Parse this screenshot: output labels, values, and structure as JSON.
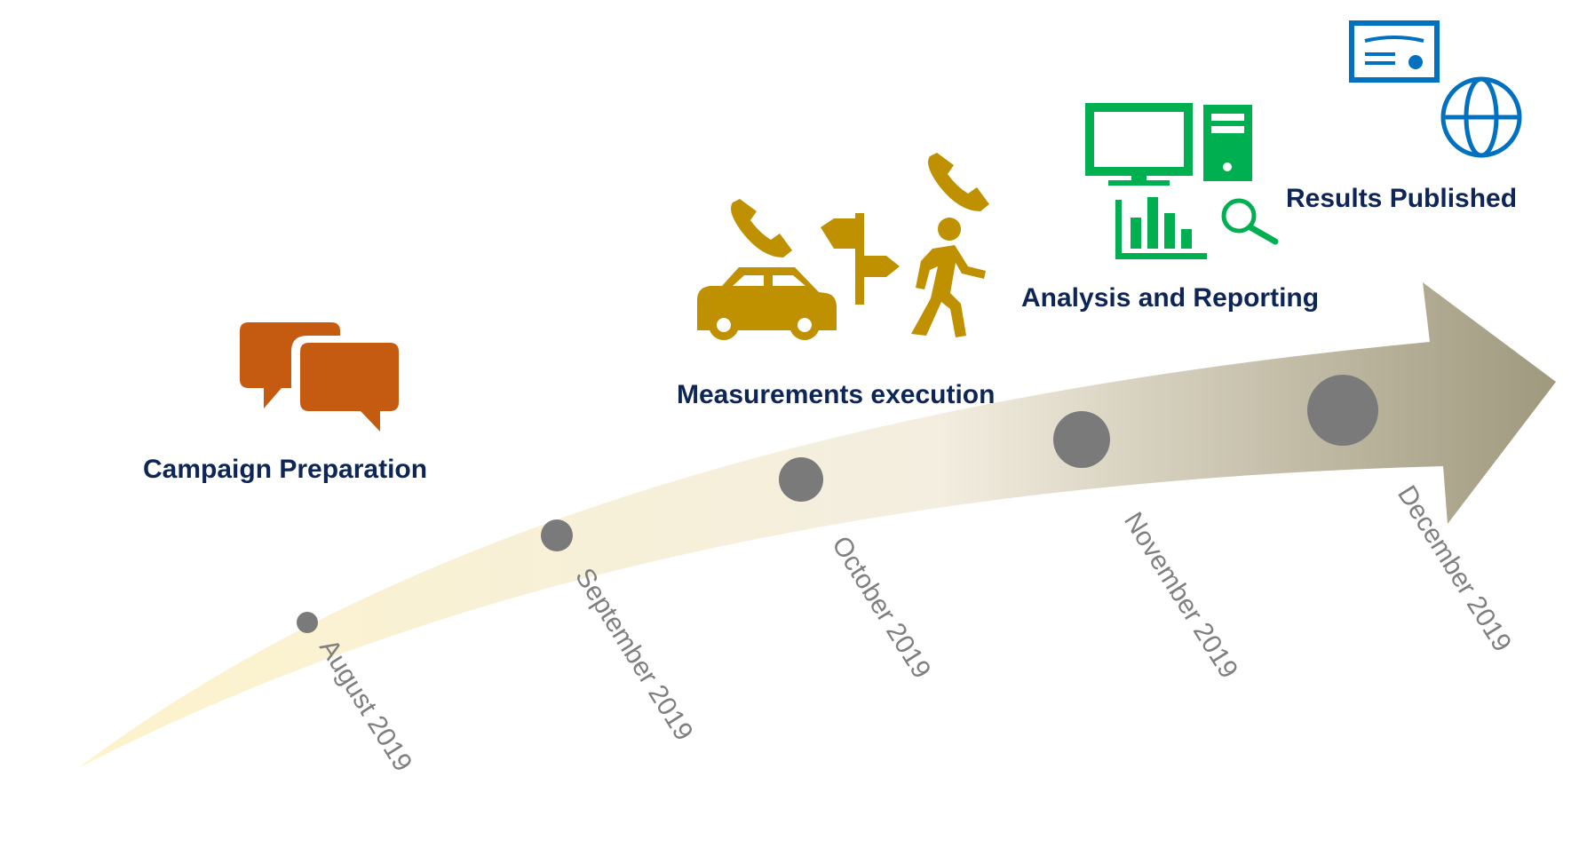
{
  "colors": {
    "label": "#0d2557",
    "milestone": "#7a7a7a",
    "date_text": "#7f7f7f",
    "arrow_start": "#fdf3cc",
    "arrow_mid": "#f3eee0",
    "arrow_end": "#9e987d",
    "preparation_icon": "#c55a11",
    "measurement_icon": "#bf9000",
    "analysis_icon": "#00b050",
    "publish_icon": "#0070c0"
  },
  "phases": [
    {
      "label": "Campaign Preparation",
      "icon": "speech-bubbles-icon"
    },
    {
      "label": "Measurements execution",
      "icon": "car-signpost-walker-phone-icons"
    },
    {
      "label": "Analysis and Reporting",
      "icon": "computer-chart-magnifier-icons"
    },
    {
      "label": "Results Published",
      "icon": "certificate-globe-icons"
    }
  ],
  "milestones": [
    {
      "date": "August 2019"
    },
    {
      "date": "September 2019"
    },
    {
      "date": "October 2019"
    },
    {
      "date": "November 2019"
    },
    {
      "date": "December 2019"
    }
  ]
}
